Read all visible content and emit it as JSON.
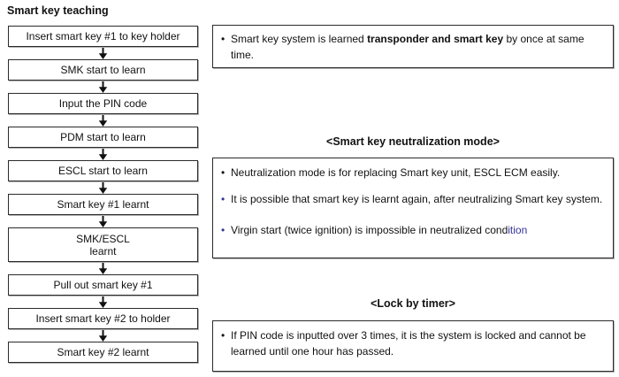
{
  "title": "Smart key teaching",
  "bullet_char": "•",
  "colors": {
    "accent_blue": "#333399",
    "border": "#2b2b2b",
    "background": "#ffffff"
  },
  "flowchart": {
    "steps": [
      "Insert smart key #1 to key holder",
      "SMK start to learn",
      "Input the PIN code",
      "PDM start to learn",
      "ESCL start to learn",
      "Smart key #1 learnt",
      "SMK/ESCL\nlearnt",
      "Pull out smart key #1",
      "Insert smart key #2 to holder",
      "Smart key #2 learnt"
    ]
  },
  "notes": {
    "transponder": {
      "pre": "Smart key system is learned ",
      "bold": "transponder and smart key",
      "post": " by once at same  time."
    },
    "neutralization": {
      "heading": "<Smart key neutralization mode>",
      "bullet1": "Neutralization mode is for replacing Smart key unit, ESCL ECM easily.",
      "bullet2": "It is possible that smart key is learnt again, after neutralizing Smart key system.",
      "bullet3_pre": "Virgin start (twice ignition) is impossible in neutralized cond",
      "bullet3_blue": "ition"
    },
    "lock_by_timer": {
      "heading": "<Lock by timer>",
      "bullet1": "If PIN code is inputted over 3 times, it is the system is locked and cannot be learned until one hour has passed."
    }
  }
}
